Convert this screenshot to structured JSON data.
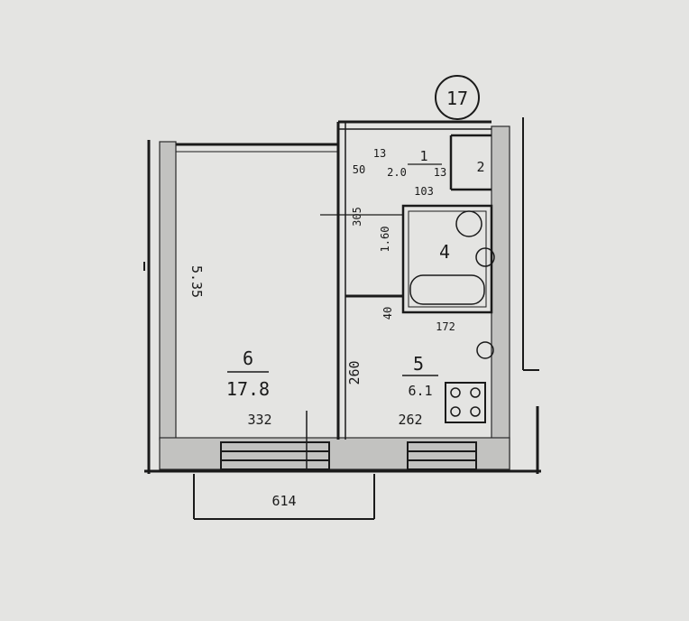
{
  "plan": {
    "number": "17",
    "colors": {
      "paper": "#e4e4e2",
      "ink": "#1a1a1a",
      "wall": "#bdbdbb"
    },
    "rooms": [
      {
        "id": "6",
        "area": "17.8"
      },
      {
        "id": "5",
        "area": "6.1"
      },
      {
        "id": "4"
      },
      {
        "id": "1"
      },
      {
        "id": "2"
      }
    ],
    "dimensions": {
      "room6_height": "5.35",
      "room6_width": "332",
      "kitchen_height": "260",
      "kitchen_width": "262",
      "balcony_width": "614",
      "bath_width": "172",
      "bath_height": "1.60",
      "hall_height": "305",
      "hall_width": "2.0",
      "small_50": "50",
      "small_13a": "13",
      "small_13b": "13",
      "small_103": "103",
      "small_40": "40"
    }
  }
}
